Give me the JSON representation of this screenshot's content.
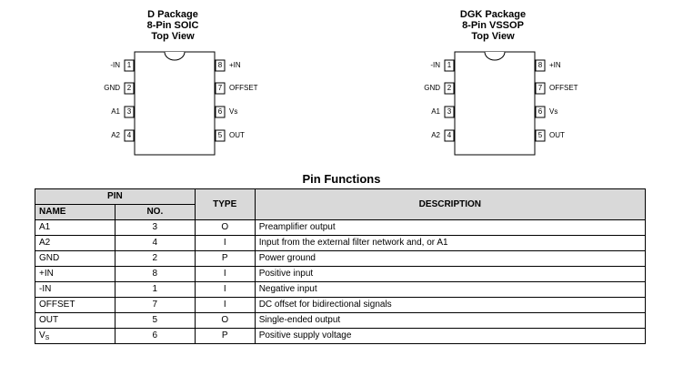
{
  "packages": [
    {
      "title_lines": [
        "D Package",
        "8-Pin SOIC",
        "Top View"
      ],
      "left_pins": [
        {
          "label": "-IN",
          "num": "1"
        },
        {
          "label": "GND",
          "num": "2"
        },
        {
          "label": "A1",
          "num": "3"
        },
        {
          "label": "A2",
          "num": "4"
        }
      ],
      "right_pins": [
        {
          "label": "+IN",
          "num": "8"
        },
        {
          "label": "OFFSET",
          "num": "7"
        },
        {
          "label": "Vs",
          "num": "6"
        },
        {
          "label": "OUT",
          "num": "5"
        }
      ]
    },
    {
      "title_lines": [
        "DGK Package",
        "8-Pin VSSOP",
        "Top View"
      ],
      "left_pins": [
        {
          "label": "-IN",
          "num": "1"
        },
        {
          "label": "GND",
          "num": "2"
        },
        {
          "label": "A1",
          "num": "3"
        },
        {
          "label": "A2",
          "num": "4"
        }
      ],
      "right_pins": [
        {
          "label": "+IN",
          "num": "8"
        },
        {
          "label": "OFFSET",
          "num": "7"
        },
        {
          "label": "Vs",
          "num": "6"
        },
        {
          "label": "OUT",
          "num": "5"
        }
      ]
    }
  ],
  "table": {
    "heading": "Pin Functions",
    "group_header": "PIN",
    "headers": {
      "name": "NAME",
      "no": "NO.",
      "type": "TYPE",
      "description": "DESCRIPTION"
    },
    "rows": [
      {
        "name": "A1",
        "no": "3",
        "type": "O",
        "description": "Preamplifier output"
      },
      {
        "name": "A2",
        "no": "4",
        "type": "I",
        "description": "Input from the external filter network and, or A1"
      },
      {
        "name": "GND",
        "no": "2",
        "type": "P",
        "description": "Power ground"
      },
      {
        "name": "+IN",
        "no": "8",
        "type": "I",
        "description": "Positive input"
      },
      {
        "name": "-IN",
        "no": "1",
        "type": "I",
        "description": "Negative input"
      },
      {
        "name": "OFFSET",
        "no": "7",
        "type": "I",
        "description": "DC offset for bidirectional signals"
      },
      {
        "name": "OUT",
        "no": "5",
        "type": "O",
        "description": "Single-ended output"
      },
      {
        "name_main": "V",
        "name_sub": "S",
        "no": "6",
        "type": "P",
        "description": "Positive supply voltage"
      }
    ]
  }
}
